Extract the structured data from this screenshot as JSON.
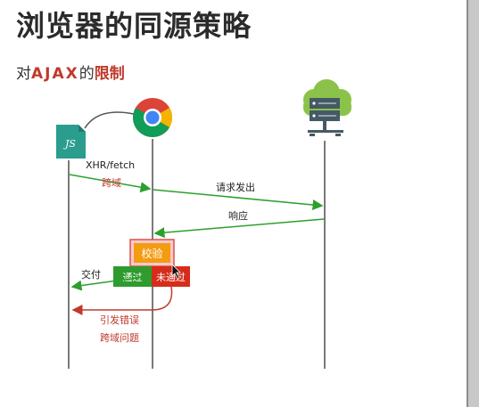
{
  "title": "浏览器的同源策略",
  "subtitle": {
    "prefix": "对",
    "ajax": "AJAX",
    "middle": "的",
    "limit": "限制"
  },
  "actors": {
    "js_badge": "JS"
  },
  "messages": {
    "xhr_fetch": "XHR/fetch",
    "cross_origin": "跨域",
    "request_sent": "请求发出",
    "response": "响应",
    "verify": "校验",
    "deliver": "交付",
    "pass": "通过",
    "fail": "未通过",
    "error": "引发错误",
    "cors_problem": "跨域问题"
  },
  "colors": {
    "arrow_green": "#2ca02c",
    "error_red": "#c0392b",
    "verify_orange": "#f39c12",
    "pass_green": "#2e9b2e",
    "fail_red": "#d62c1a",
    "js_teal": "#2a9d8f",
    "server_green": "#8bc34a",
    "server_gray": "#455a64"
  },
  "icons": [
    "javascript-file-icon",
    "chrome-browser-icon",
    "server-cloud-icon"
  ]
}
